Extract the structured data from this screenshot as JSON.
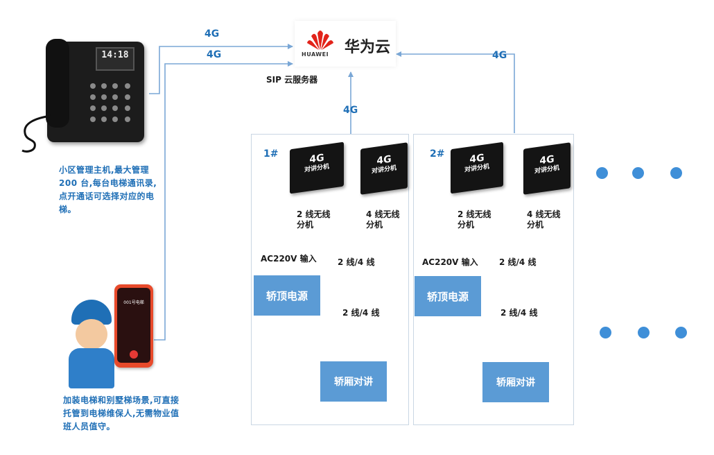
{
  "cloud": {
    "brand_en": "HUAWEI",
    "brand_cn": "华为云",
    "server_label": "SIP 云服务器",
    "brand_color": "#e2231a"
  },
  "network": {
    "label_4g": "4G"
  },
  "desk_phone": {
    "time": "14:18",
    "description": "小区管理主机,最大管理 200 台,每台电梯通讯录,点开通话可选择对应的电梯。"
  },
  "mobile": {
    "call_text": "001号电梯",
    "description": "加装电梯和别墅梯场景,可直接托管到电梯维保人,无需物业值班人员值守。"
  },
  "units": [
    {
      "number": "1#",
      "device_title": "4G",
      "device_sub": "对讲分机",
      "device_a_label": "2 线无线分机",
      "device_b_label": "4 线无线分机",
      "power_input_label": "AC220V 输入",
      "power_box_label": "轿顶电源",
      "wire_label_upper": "2 线/4 线",
      "wire_label_lower": "2 线/4 线",
      "cabin_box_label": "轿厢对讲"
    },
    {
      "number": "2#",
      "device_title": "4G",
      "device_sub": "对讲分机",
      "device_a_label": "2 线无线分机",
      "device_b_label": "4 线无线分机",
      "power_input_label": "AC220V 输入",
      "power_box_label": "轿顶电源",
      "wire_label_upper": "2 线/4 线",
      "wire_label_lower": "2 线/4 线",
      "cabin_box_label": "轿厢对讲"
    }
  ],
  "colors": {
    "accent": "#5b9bd5",
    "line": "#7aa7d6",
    "text_blue": "#1f6fb6",
    "dot": "#3f8fd8"
  }
}
